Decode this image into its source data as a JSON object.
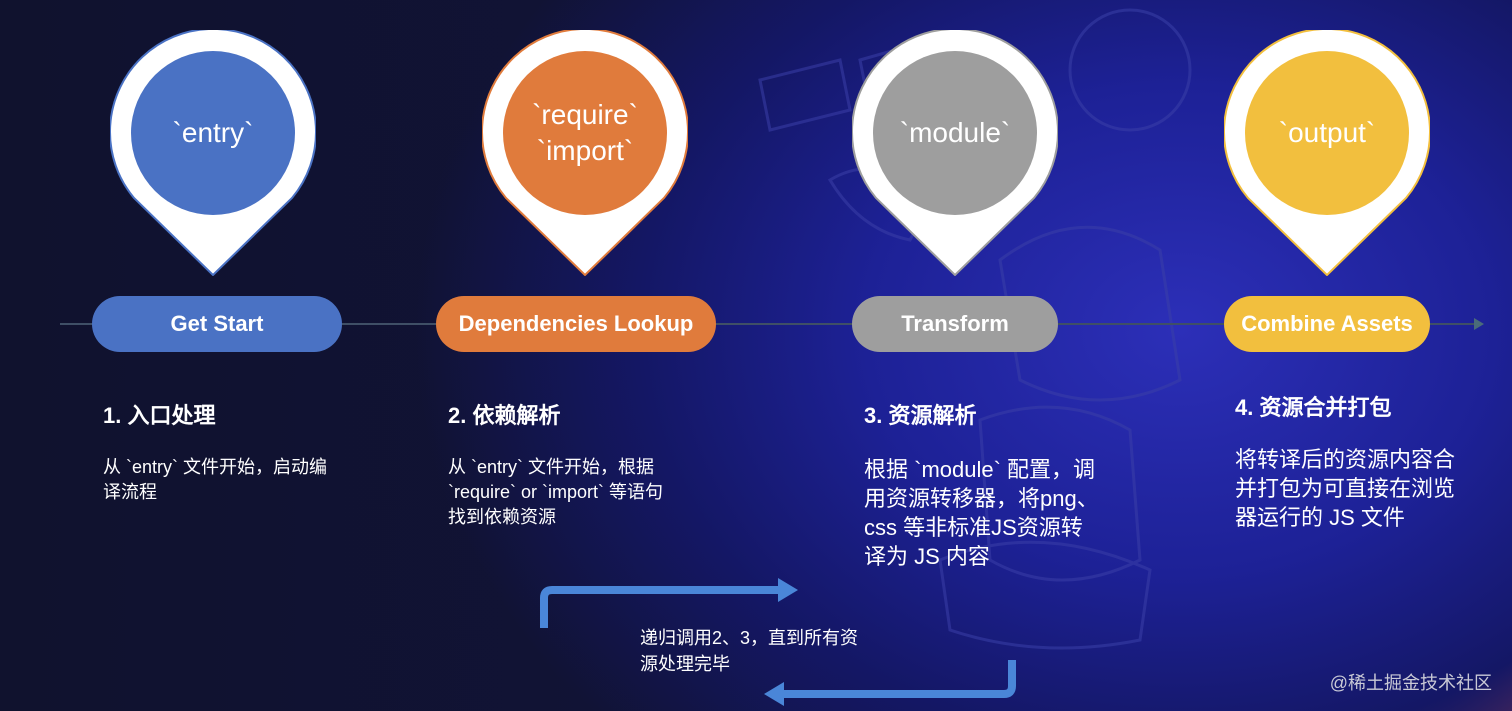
{
  "steps": [
    {
      "pin_lines": [
        "`entry`"
      ],
      "pill": "Get Start",
      "heading": "1. 入口处理",
      "desc_lines": [
        "从 `entry` 文件开始，启动编",
        "译流程"
      ],
      "color": "#4a72c4"
    },
    {
      "pin_lines": [
        "`require`",
        "`import`"
      ],
      "pill": "Dependencies Lookup",
      "heading": "2. 依赖解析",
      "desc_lines": [
        "从  `entry` 文件开始，根据",
        "`require` or `import` 等语句",
        "找到依赖资源"
      ],
      "color": "#e07b3c"
    },
    {
      "pin_lines": [
        "`module`"
      ],
      "pill": "Transform",
      "heading": "3. 资源解析",
      "desc_lines": [
        "根据 `module` 配置，调",
        "用资源转移器，将png、",
        "css  等非标准JS资源转",
        "译为 JS 内容"
      ],
      "color": "#9e9e9e"
    },
    {
      "pin_lines": [
        "`output`"
      ],
      "pill": "Combine Assets",
      "heading": "4. 资源合并打包",
      "desc_lines": [
        "将转译后的资源内容合",
        "并打包为可直接在浏览",
        "器运行的 JS 文件"
      ],
      "color": "#f2bf3e"
    }
  ],
  "loop": {
    "lines": [
      "递归调用2、3，直到所有资",
      "源处理完毕"
    ],
    "color": "#4a86d8"
  },
  "watermark": "@稀土掘金技术社区"
}
